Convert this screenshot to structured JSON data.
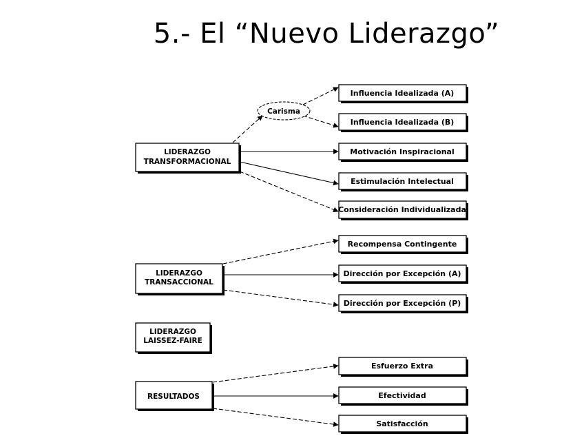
{
  "title": "5.- El “Nuevo Liderazgo”",
  "diagram": {
    "left_nodes": {
      "transformacional": [
        "LIDERAZGO",
        "TRANSFORMACIONAL"
      ],
      "transaccional": [
        "LIDERAZGO",
        "TRANSACCIONAL"
      ],
      "laissez_faire": [
        "LIDERAZGO",
        "LAISSEZ-FAIRE"
      ],
      "resultados": [
        "RESULTADOS"
      ]
    },
    "carisma": "Carisma",
    "right_nodes": {
      "influencia_a": "Influencia Idealizada (A)",
      "influencia_b": "Influencia Idealizada (B)",
      "motivacion": "Motivación Inspiracional",
      "estimulacion": "Estimulación Intelectual",
      "consideracion": "Consideración Individualizada",
      "recompensa": "Recompensa Contingente",
      "direccion_a": "Dirección por Excepción (A)",
      "direccion_p": "Dirección por Excepción (P)",
      "esfuerzo": "Esfuerzo Extra",
      "efectividad": "Efectividad",
      "satisfaccion": "Satisfacción"
    }
  }
}
